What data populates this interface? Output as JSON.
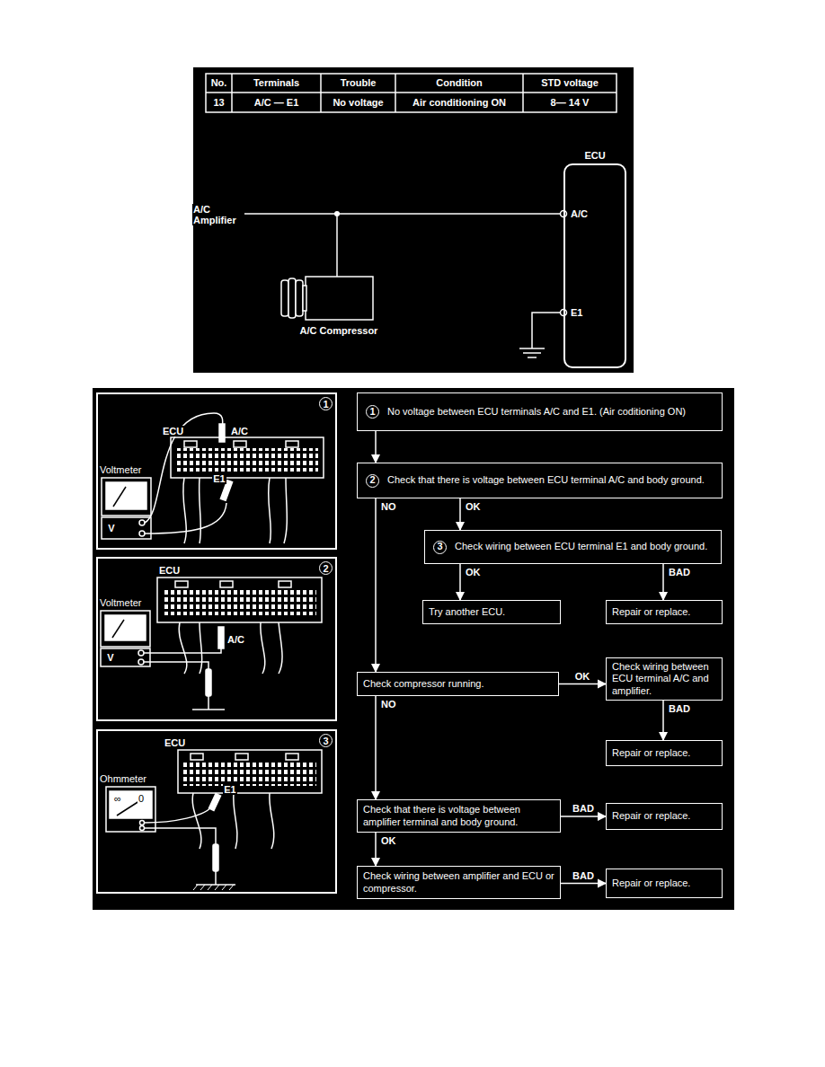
{
  "diagram": {
    "nodes": [
      {
        "text": [
          "ECU"
        ]
      },
      {
        "text": [
          "1"
        ]
      },
      {
        "text": [
          "2"
        ]
      },
      {
        "text": [
          "3"
        ]
      },
      {
        "text": [
          "1",
          "No voltage between ECU terminals A/C and E1. (Air coditioning ON)"
        ]
      },
      {
        "text": [
          "2",
          "Check that there is voltage between ECU terminal A/C and body ground."
        ]
      },
      {
        "text": [
          "3",
          "Check wiring between ECU terminal E1 and body ground."
        ]
      },
      {
        "text": [
          "Try another ECU."
        ]
      },
      {
        "text": [
          "Repair or replace."
        ]
      },
      {
        "text": [
          "Check compressor running."
        ]
      },
      {
        "text": [
          "Check wiring between ECU terminal A/C and amplifier."
        ]
      },
      {
        "text": [
          "Repair or replace."
        ]
      },
      {
        "text": [
          "Check that there is voltage between amplifier terminal and body ground."
        ]
      },
      {
        "text": [
          "Repair or replace."
        ]
      },
      {
        "text": [
          "Check wiring between amplifier and ECU or compressor."
        ]
      },
      {
        "text": [
          "Repair or replace."
        ]
      }
    ],
    "edges": [
      {
        "from": 4,
        "to": 5,
        "arrow": "to"
      },
      {
        "from": 5,
        "to": 6,
        "label": "OK",
        "arrow": "to"
      },
      {
        "from": 5,
        "to": 9,
        "label": "NO",
        "arrow": "to"
      },
      {
        "from": 6,
        "to": 7,
        "label": "OK",
        "arrow": "to"
      },
      {
        "from": 6,
        "to": 8,
        "label": "BAD",
        "arrow": "to"
      },
      {
        "from": 9,
        "to": 10,
        "label": "OK",
        "arrow": "to"
      },
      {
        "from": 9,
        "to": 12,
        "label": "NO",
        "arrow": "to"
      },
      {
        "from": 10,
        "to": 11,
        "label": "BAD",
        "arrow": "to"
      },
      {
        "from": 12,
        "to": 13,
        "label": "BAD",
        "arrow": "to"
      },
      {
        "from": 12,
        "to": 14,
        "label": "OK",
        "arrow": "to"
      },
      {
        "from": 14,
        "to": 15,
        "label": "BAD",
        "arrow": "to"
      }
    ],
    "labels": [
      "No.",
      "Terminals",
      "Trouble",
      "Condition",
      "STD voltage",
      "13",
      "A/C — E1",
      "No voltage",
      "Air conditioning ON",
      "8— 14 V",
      "A/C Amplifier",
      "A/C",
      "E1",
      "A/C Compressor",
      "ECU",
      "A/C",
      "E1",
      "Voltmeter",
      "V",
      "ECU",
      "Voltmeter",
      "V",
      "A/C",
      "ECU",
      "Ohmmeter",
      "E1",
      "∞",
      "0"
    ]
  }
}
